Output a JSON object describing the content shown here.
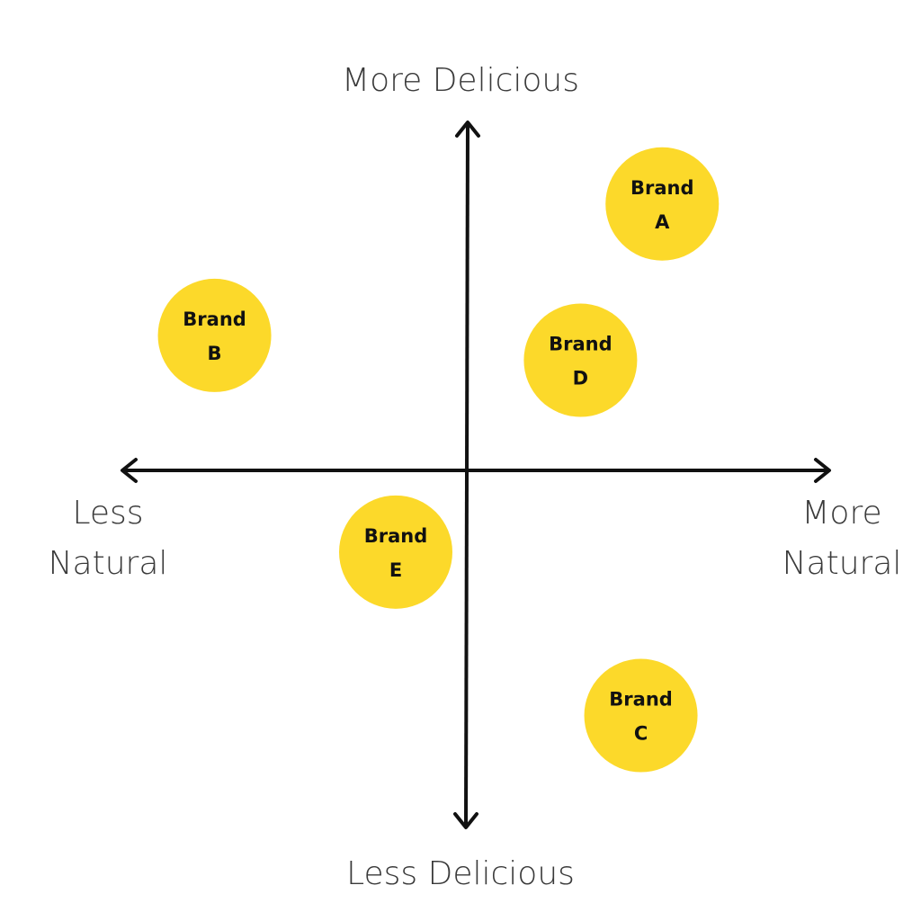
{
  "colors": {
    "bubble": "#fcd92a",
    "axis": "#111111",
    "text": "#3a3a3a"
  },
  "axes": {
    "top_label": "More Delicious",
    "bottom_label": "Less Delicious",
    "left_label": [
      "Less",
      "Natural"
    ],
    "right_label": [
      "More",
      "Natural"
    ]
  },
  "chart_data": {
    "type": "scatter",
    "title": "",
    "x_axis": {
      "negative": "Less Natural",
      "positive": "More Natural"
    },
    "y_axis": {
      "negative": "Less Delicious",
      "positive": "More Delicious"
    },
    "xlim": [
      -1,
      1
    ],
    "ylim": [
      -1,
      1
    ],
    "grid": false,
    "legend": "none",
    "points": [
      {
        "label": [
          "Brand",
          "A"
        ],
        "x": 0.55,
        "y": 0.75
      },
      {
        "label": [
          "Brand",
          "B"
        ],
        "x": -0.71,
        "y": 0.38
      },
      {
        "label": [
          "Brand",
          "C"
        ],
        "x": 0.49,
        "y": -0.69
      },
      {
        "label": [
          "Brand",
          "D"
        ],
        "x": 0.32,
        "y": 0.31
      },
      {
        "label": [
          "Brand",
          "E"
        ],
        "x": -0.2,
        "y": -0.23
      }
    ]
  }
}
